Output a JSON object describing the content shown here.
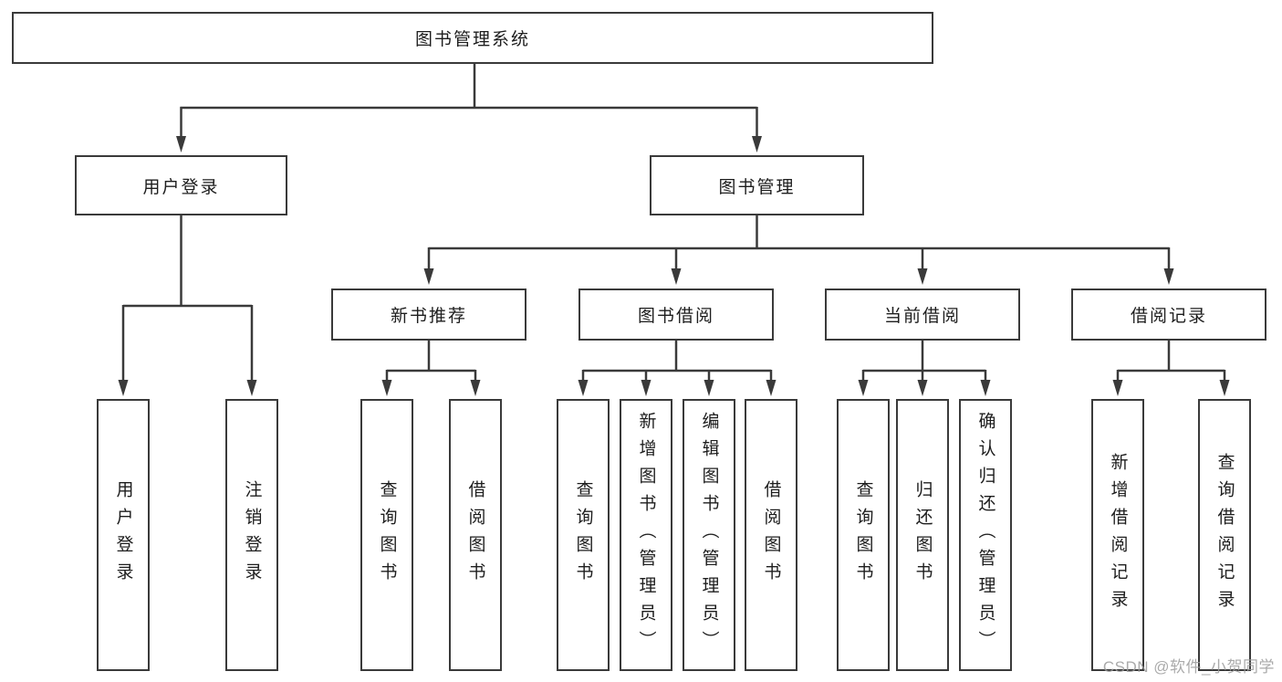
{
  "watermark": "CSDN @软件_小贺同学",
  "colors": {
    "line": "#3a3a3a",
    "text": "#1d1d1d",
    "watermark": "#9c9c9c",
    "background": "#ffffff"
  },
  "nodes": {
    "root": "图书管理系统",
    "level2": {
      "user_login": "用户登录",
      "book_management": "图书管理"
    },
    "level3": {
      "new_book_recommendation": "新书推荐",
      "book_borrowing": "图书借阅",
      "current_borrowing": "当前借阅",
      "borrowing_records": "借阅记录"
    },
    "leaves": {
      "user_login": [
        "用户登录",
        "注销登录"
      ],
      "new_book_recommendation": [
        "查询图书",
        "借阅图书"
      ],
      "book_borrowing": [
        "查询图书",
        "新增图书（管理员）",
        "编辑图书（管理员）",
        "借阅图书"
      ],
      "current_borrowing": [
        "查询图书",
        "归还图书",
        "确认归还（管理员）"
      ],
      "borrowing_records": [
        "新增借阅记录",
        "查询借阅记录"
      ]
    }
  }
}
